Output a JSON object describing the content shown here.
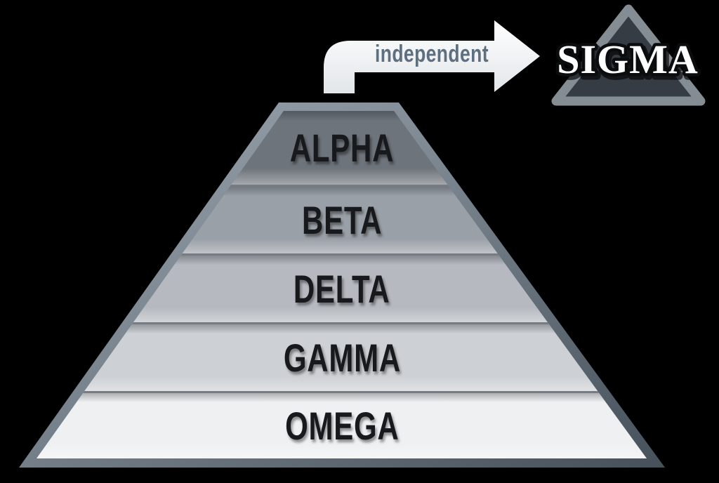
{
  "background": "#000000",
  "pyramid": {
    "border_color": "#6b7681",
    "label_color": "#17191c",
    "levels": [
      {
        "label": "ALPHA",
        "fill": "#6e747b"
      },
      {
        "label": "BETA",
        "fill": "#9aa0a7"
      },
      {
        "label": "DELTA",
        "fill": "#b6bac0"
      },
      {
        "label": "GAMMA",
        "fill": "#cdd0d4"
      },
      {
        "label": "OMEGA",
        "fill": "#eff0f1"
      }
    ]
  },
  "arrow": {
    "label": "independent",
    "label_color": "#5e7080",
    "fill_top": "#ffffff",
    "fill_bottom": "#e2e6e9"
  },
  "sigma": {
    "label": "SIGMA",
    "fill": "#353c43",
    "border_color": "#848c94",
    "text_color": "#ffffff",
    "text_outline": "#0a0c0e"
  }
}
